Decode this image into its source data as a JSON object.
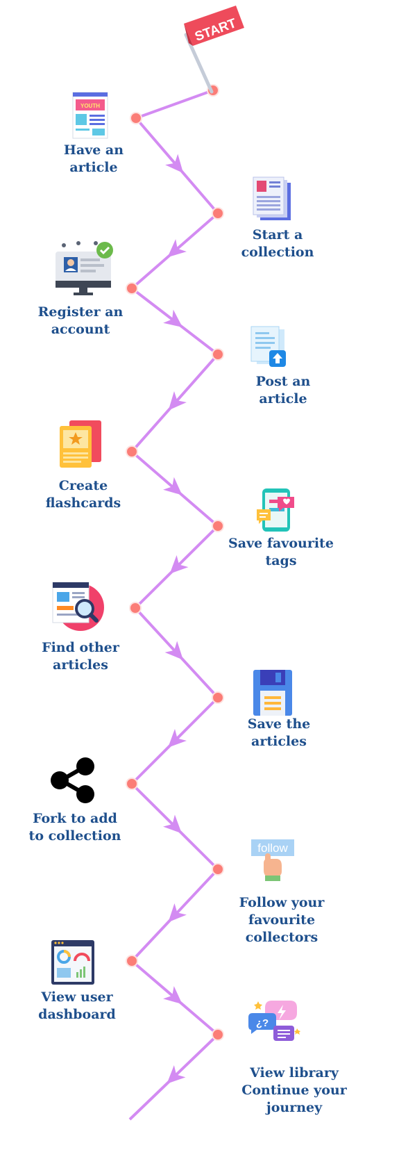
{
  "start_flag": {
    "label": "START"
  },
  "colors": {
    "path": "#d38bf2",
    "node_fill": "#fb7d77",
    "node_stroke": "#fde2e0",
    "label": "#1e4f8c",
    "flag": "#ee4b5b"
  },
  "steps": [
    {
      "label": "Have an\narticle",
      "icon": "youth-article-icon"
    },
    {
      "label": "Start a\ncollection",
      "icon": "documents-icon"
    },
    {
      "label": "Register an\naccount",
      "icon": "monitor-profile-icon"
    },
    {
      "label": "Post an\narticle",
      "icon": "upload-document-icon"
    },
    {
      "label": "Create\nflashcards",
      "icon": "flashcards-icon"
    },
    {
      "label": "Save favourite\ntags",
      "icon": "phone-chat-icon"
    },
    {
      "label": "Find other\narticles",
      "icon": "search-page-icon"
    },
    {
      "label": "Save the\narticles",
      "icon": "floppy-disk-icon"
    },
    {
      "label": "Fork to add\nto collection",
      "icon": "share-icon"
    },
    {
      "label": "Follow your\nfavourite\ncollectors",
      "icon": "follow-icon"
    },
    {
      "label": "View user\ndashboard",
      "icon": "dashboard-icon"
    },
    {
      "label": "View library\nContinue your\njourney",
      "icon": "chat-bubbles-icon"
    }
  ],
  "follow_button": {
    "label": "follow"
  }
}
